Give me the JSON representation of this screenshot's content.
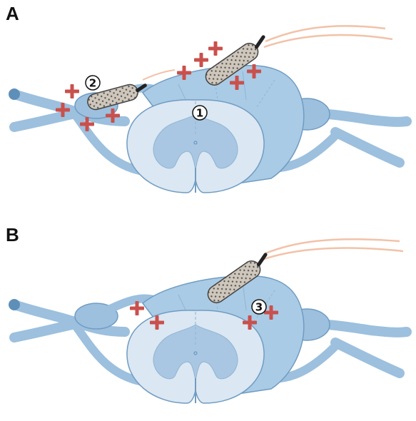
{
  "panels": [
    {
      "letter": "A",
      "markers": [
        "1",
        "2"
      ]
    },
    {
      "letter": "B",
      "markers": [
        "3"
      ]
    }
  ],
  "colors": {
    "tissue": "#b7d3e8",
    "tissue_dark": "#8fb4d3",
    "outline": "#5e8fb8",
    "grey_matter": "#a9c7e2",
    "white_matter": "#dbe7f2",
    "plus": "#c9504c",
    "electrode": "#c8c0b4",
    "lead": "#f0b89c"
  }
}
